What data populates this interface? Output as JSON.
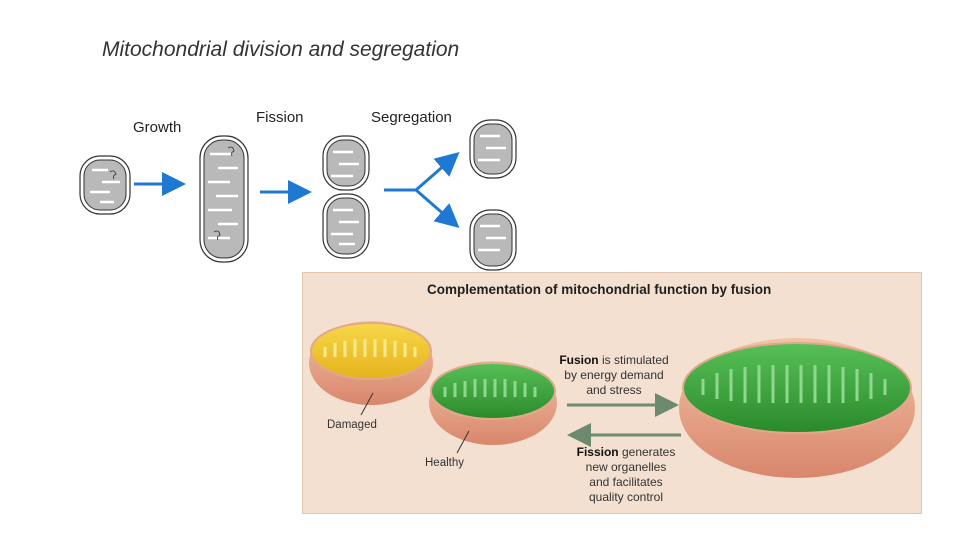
{
  "slide": {
    "title": "Mitochondrial division and segregation"
  },
  "division_diagram": {
    "stages": [
      {
        "label": "Growth"
      },
      {
        "label": "Fission"
      },
      {
        "label": "Segregation"
      }
    ],
    "arrow_color": "#1f78d1",
    "mito_fill": "#b9b9b9",
    "mito_outline": "#333333"
  },
  "fusion_panel": {
    "title": "Complementation of mitochondrial function by fusion",
    "fusion_caption": {
      "keyword": "Fusion",
      "line1_rest": " is stimulated",
      "line2": "by energy demand",
      "line3": "and stress"
    },
    "fission_caption": {
      "keyword": "Fission",
      "line1_rest": " generates",
      "line2": "new organelles",
      "line3": "and facilitates",
      "line4": "quality control"
    },
    "labels": {
      "damaged": "Damaged",
      "healthy": "Healthy"
    },
    "colors": {
      "background": "#f3e0d0",
      "damaged": "#f2c62b",
      "healthy": "#3aa63a",
      "outer_membrane": "#e8a48a",
      "arrow": "#6e8a6e"
    }
  }
}
